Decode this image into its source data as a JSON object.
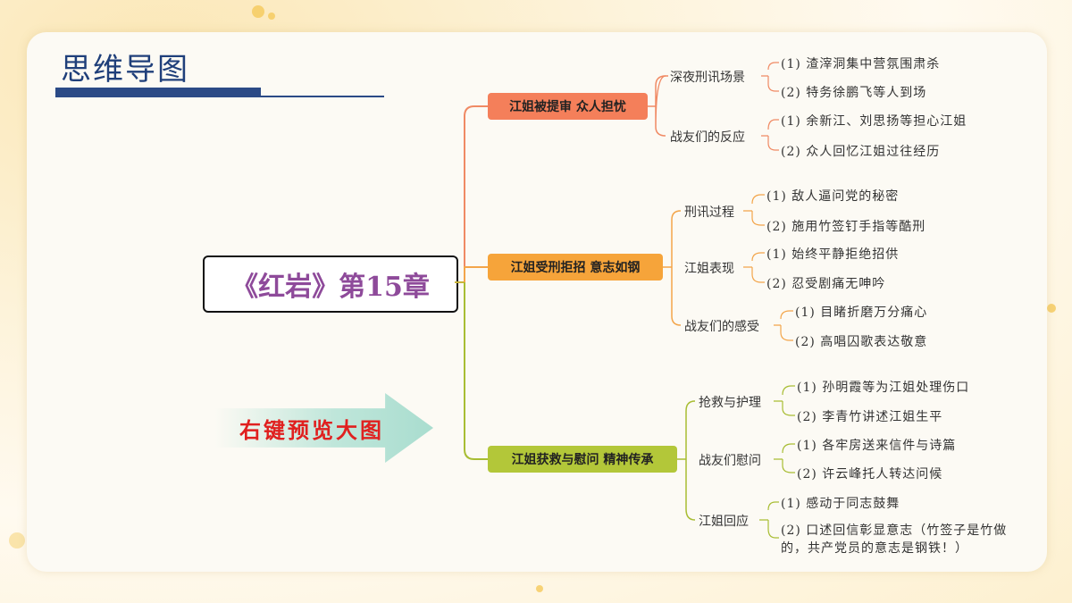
{
  "header": {
    "title": "思维导图"
  },
  "root": {
    "label": "《红岩》第15章"
  },
  "hint": {
    "label": "右键预览大图"
  },
  "colors": {
    "branch1": "#f47f5a",
    "branch2": "#f6a43a",
    "branch3": "#b3c739",
    "line1": "#f08a64",
    "line2": "#f3a54a",
    "line3": "#a8bd33"
  },
  "branches": [
    {
      "label": "江姐被提审 众人担忧",
      "subs": [
        {
          "label": "深夜刑讯场景",
          "leaves": [
            "(1) 渣滓洞集中营氛围肃杀",
            "(2) 特务徐鹏飞等人到场"
          ]
        },
        {
          "label": "战友们的反应",
          "leaves": [
            "(1) 余新江、刘思扬等担心江姐",
            "(2) 众人回忆江姐过往经历"
          ]
        }
      ]
    },
    {
      "label": "江姐受刑拒招 意志如钢",
      "subs": [
        {
          "label": "刑讯过程",
          "leaves": [
            "(1) 敌人逼问党的秘密",
            "(2) 施用竹签钉手指等酷刑"
          ]
        },
        {
          "label": "江姐表现",
          "leaves": [
            "(1) 始终平静拒绝招供",
            "(2) 忍受剧痛无呻吟"
          ]
        },
        {
          "label": "战友们的感受",
          "leaves": [
            "(1) 目睹折磨万分痛心",
            "(2) 高唱囚歌表达敬意"
          ]
        }
      ]
    },
    {
      "label": "江姐获救与慰问 精神传承",
      "subs": [
        {
          "label": "抢救与护理",
          "leaves": [
            "(1) 孙明霞等为江姐处理伤口",
            "(2) 李青竹讲述江姐生平"
          ]
        },
        {
          "label": "战友们慰问",
          "leaves": [
            "(1) 各牢房送来信件与诗篇",
            "(2) 许云峰托人转达问候"
          ]
        },
        {
          "label": "江姐回应",
          "leaves": [
            "(1) 感动于同志鼓舞",
            "(2) 口述回信彰显意志（竹签子是竹做的，共产党员的意志是钢铁！）"
          ]
        }
      ]
    }
  ]
}
